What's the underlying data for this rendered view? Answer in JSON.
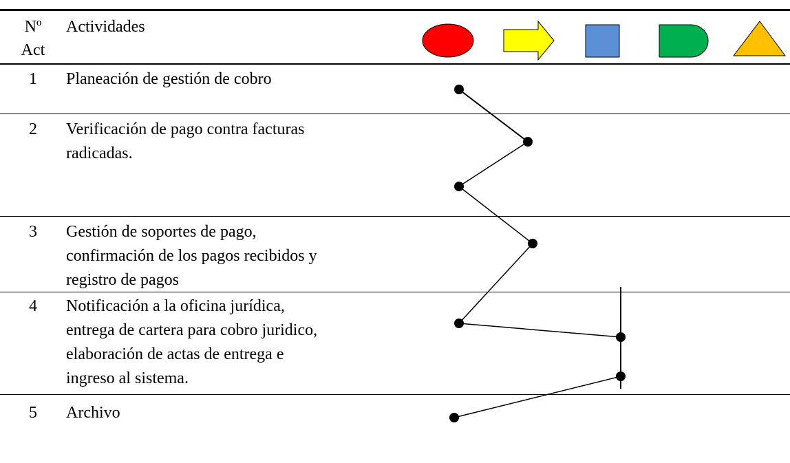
{
  "header": {
    "num_label_line1": "Nº",
    "num_label_line2": "Act",
    "activities_label": "Actividades",
    "symbols": [
      {
        "name": "operation",
        "shape": "ellipse",
        "color": "#ff0000"
      },
      {
        "name": "transport",
        "shape": "arrow",
        "color": "#ffff00"
      },
      {
        "name": "inspection",
        "shape": "square",
        "color": "#5b8fd6"
      },
      {
        "name": "delay",
        "shape": "d-shape",
        "color": "#00b050"
      },
      {
        "name": "storage",
        "shape": "triangle",
        "color": "#ffc000"
      }
    ]
  },
  "rows": [
    {
      "num": "1",
      "lines": [
        "Planeación de gestión de cobro"
      ]
    },
    {
      "num": "2",
      "lines": [
        "Verificación de pago contra facturas",
        "radicadas."
      ]
    },
    {
      "num": "3",
      "lines": [
        "Gestión de soportes de pago,",
        "confirmación de los pagos recibidos y",
        "registro de pagos"
      ]
    },
    {
      "num": "4",
      "lines": [
        "Notificación a la oficina jurídica,",
        "entrega de cartera para cobro juridico,",
        "elaboración de actas de entrega e",
        "ingreso al sistema."
      ]
    },
    {
      "num": "5",
      "lines": [
        "Archivo"
      ]
    }
  ],
  "flow_path": [
    "operation",
    "transport",
    "operation",
    "transport",
    "operation",
    "inspection",
    "inspection",
    "operation"
  ]
}
